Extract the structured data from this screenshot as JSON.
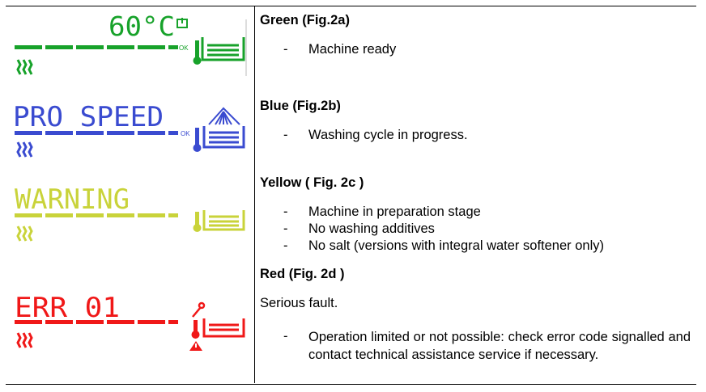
{
  "rows": [
    {
      "id": "green",
      "color": "#17a22a",
      "display_text": "60°C",
      "ok_label": "OK",
      "heading": "Green (Fig.2a)",
      "items": [
        "Machine ready"
      ]
    },
    {
      "id": "blue",
      "color": "#3a4bd0",
      "display_text": "PRO SPEED",
      "ok_label": "OK",
      "heading": "Blue (Fig.2b)",
      "items": [
        "Washing cycle in progress."
      ]
    },
    {
      "id": "yellow",
      "color": "#c9d33a",
      "display_text": "WARNING",
      "heading": "Yellow ( Fig. 2c )",
      "items": [
        "Machine in preparation stage",
        "No washing additives",
        "No salt (versions with integral water softener only)"
      ]
    },
    {
      "id": "red",
      "color": "#f01818",
      "display_text": "ERR 01",
      "heading": "Red (Fig. 2d )",
      "intro": "Serious fault.",
      "items": [
        "Operation limited or not possible: check error code signalled and contact technical assistance service if necessary."
      ]
    }
  ],
  "bullet_dash": "-",
  "icons": [
    "heating-icon",
    "thermometer-icon",
    "basket-icon",
    "spray-arm-icon",
    "power-icon",
    "wrench-icon",
    "warning-icon"
  ]
}
